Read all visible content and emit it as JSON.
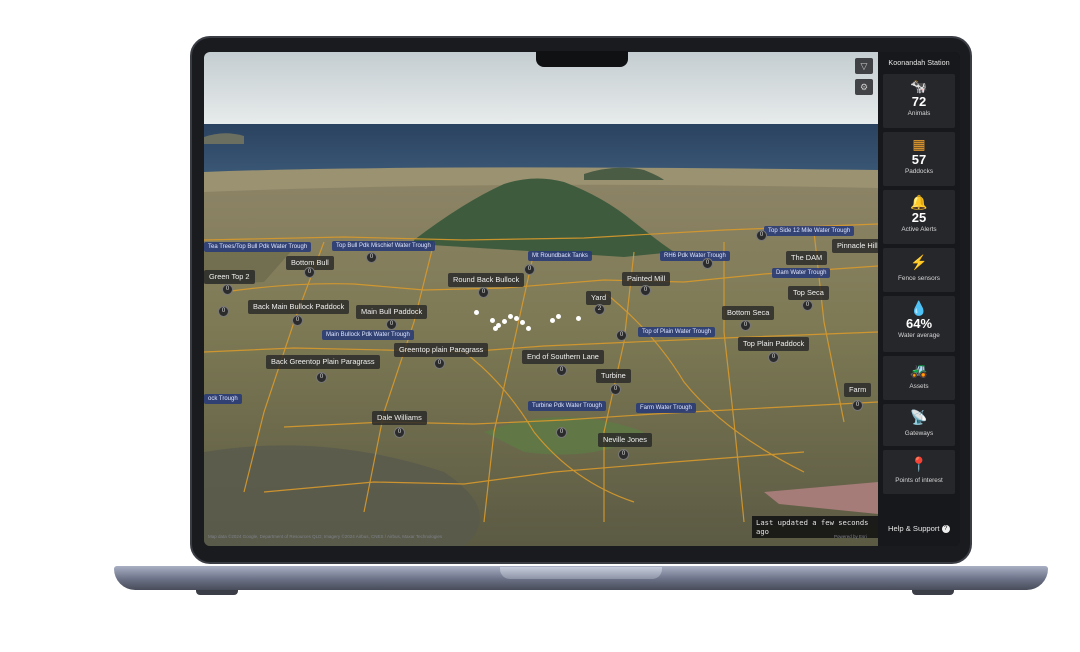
{
  "sidebar": {
    "title": "Koonandah Station",
    "cards": [
      {
        "icon": "cow-icon",
        "glyph": "🐄",
        "value": "72",
        "label": "Animals"
      },
      {
        "icon": "paddocks-map-icon",
        "glyph": "▦",
        "value": "57",
        "label": "Paddocks"
      },
      {
        "icon": "alert-bell-icon",
        "glyph": "🔔",
        "value": "25",
        "label": "Active Alerts"
      },
      {
        "icon": "fence-sensor-icon",
        "glyph": "⚡",
        "value": "",
        "label": "Fence sensors"
      },
      {
        "icon": "water-tank-icon",
        "glyph": "💧",
        "value": "64%",
        "label": "Water average"
      },
      {
        "icon": "tractor-icon",
        "glyph": "🚜",
        "value": "",
        "label": "Assets"
      },
      {
        "icon": "gateway-icon",
        "glyph": "📡",
        "value": "",
        "label": "Gateways"
      },
      {
        "icon": "map-pin-icon",
        "glyph": "📍",
        "value": "",
        "label": "Points of interest"
      }
    ],
    "help_label": "Help & Support",
    "help_glyph": "?"
  },
  "map": {
    "last_updated": "Last updated a few seconds ago",
    "filter_glyph": "▽",
    "settings_glyph": "⚙",
    "attribution": "Map data ©2024 Google, Department of Resources QLD; Imagery ©2024 Airbus, CNES / Airbus, Maxar Technologies",
    "attribution_right": "Powered by Esri",
    "paddocks": [
      {
        "name": "Green Top 2",
        "count": "0"
      },
      {
        "name": "Bottom Bull",
        "count": "0"
      },
      {
        "name": "Back Main Bullock Paddock",
        "count": "0"
      },
      {
        "name": "Main Bull Paddock",
        "count": "0"
      },
      {
        "name": "Round Back Bullock",
        "count": "0"
      },
      {
        "name": "Yard",
        "count": "2"
      },
      {
        "name": "Painted Mill",
        "count": "0"
      },
      {
        "name": "Greentop plain Paragrass",
        "count": "0"
      },
      {
        "name": "Back Greentop Plain Paragrass",
        "count": "0"
      },
      {
        "name": "End of Southern Lane",
        "count": "0"
      },
      {
        "name": "Turbine",
        "count": "0"
      },
      {
        "name": "Dale Williams",
        "count": "0"
      },
      {
        "name": "Neville Jones",
        "count": "0"
      },
      {
        "name": "Bottom Seca",
        "count": "0"
      },
      {
        "name": "Top Plain Paddock",
        "count": "0"
      },
      {
        "name": "Top Seca",
        "count": "0"
      },
      {
        "name": "The DAM",
        "count": ""
      },
      {
        "name": "Pinnacle Hill",
        "count": ""
      },
      {
        "name": "Farm",
        "count": "0"
      }
    ],
    "troughs": [
      {
        "name": "Tea Trees/Top Bull Pdk Water Trough"
      },
      {
        "name": "Top Bull Pdk Mischief Water Trough",
        "count": "0"
      },
      {
        "name": "Mt Roundback Tanks",
        "count": "0"
      },
      {
        "name": "RH6 Pdk Water Trough",
        "count": "0"
      },
      {
        "name": "Top Side 12 Mile Water Trough",
        "count": "0"
      },
      {
        "name": "Dam Water Trough"
      },
      {
        "name": "Main Bullock Pdk Water Trough"
      },
      {
        "name": "Top of Plain Water Trough",
        "count": "0"
      },
      {
        "name": "ock Trough"
      },
      {
        "name": "Turbine Pdk Water Trough",
        "count": "0"
      },
      {
        "name": "Farm Water Trough"
      }
    ]
  }
}
